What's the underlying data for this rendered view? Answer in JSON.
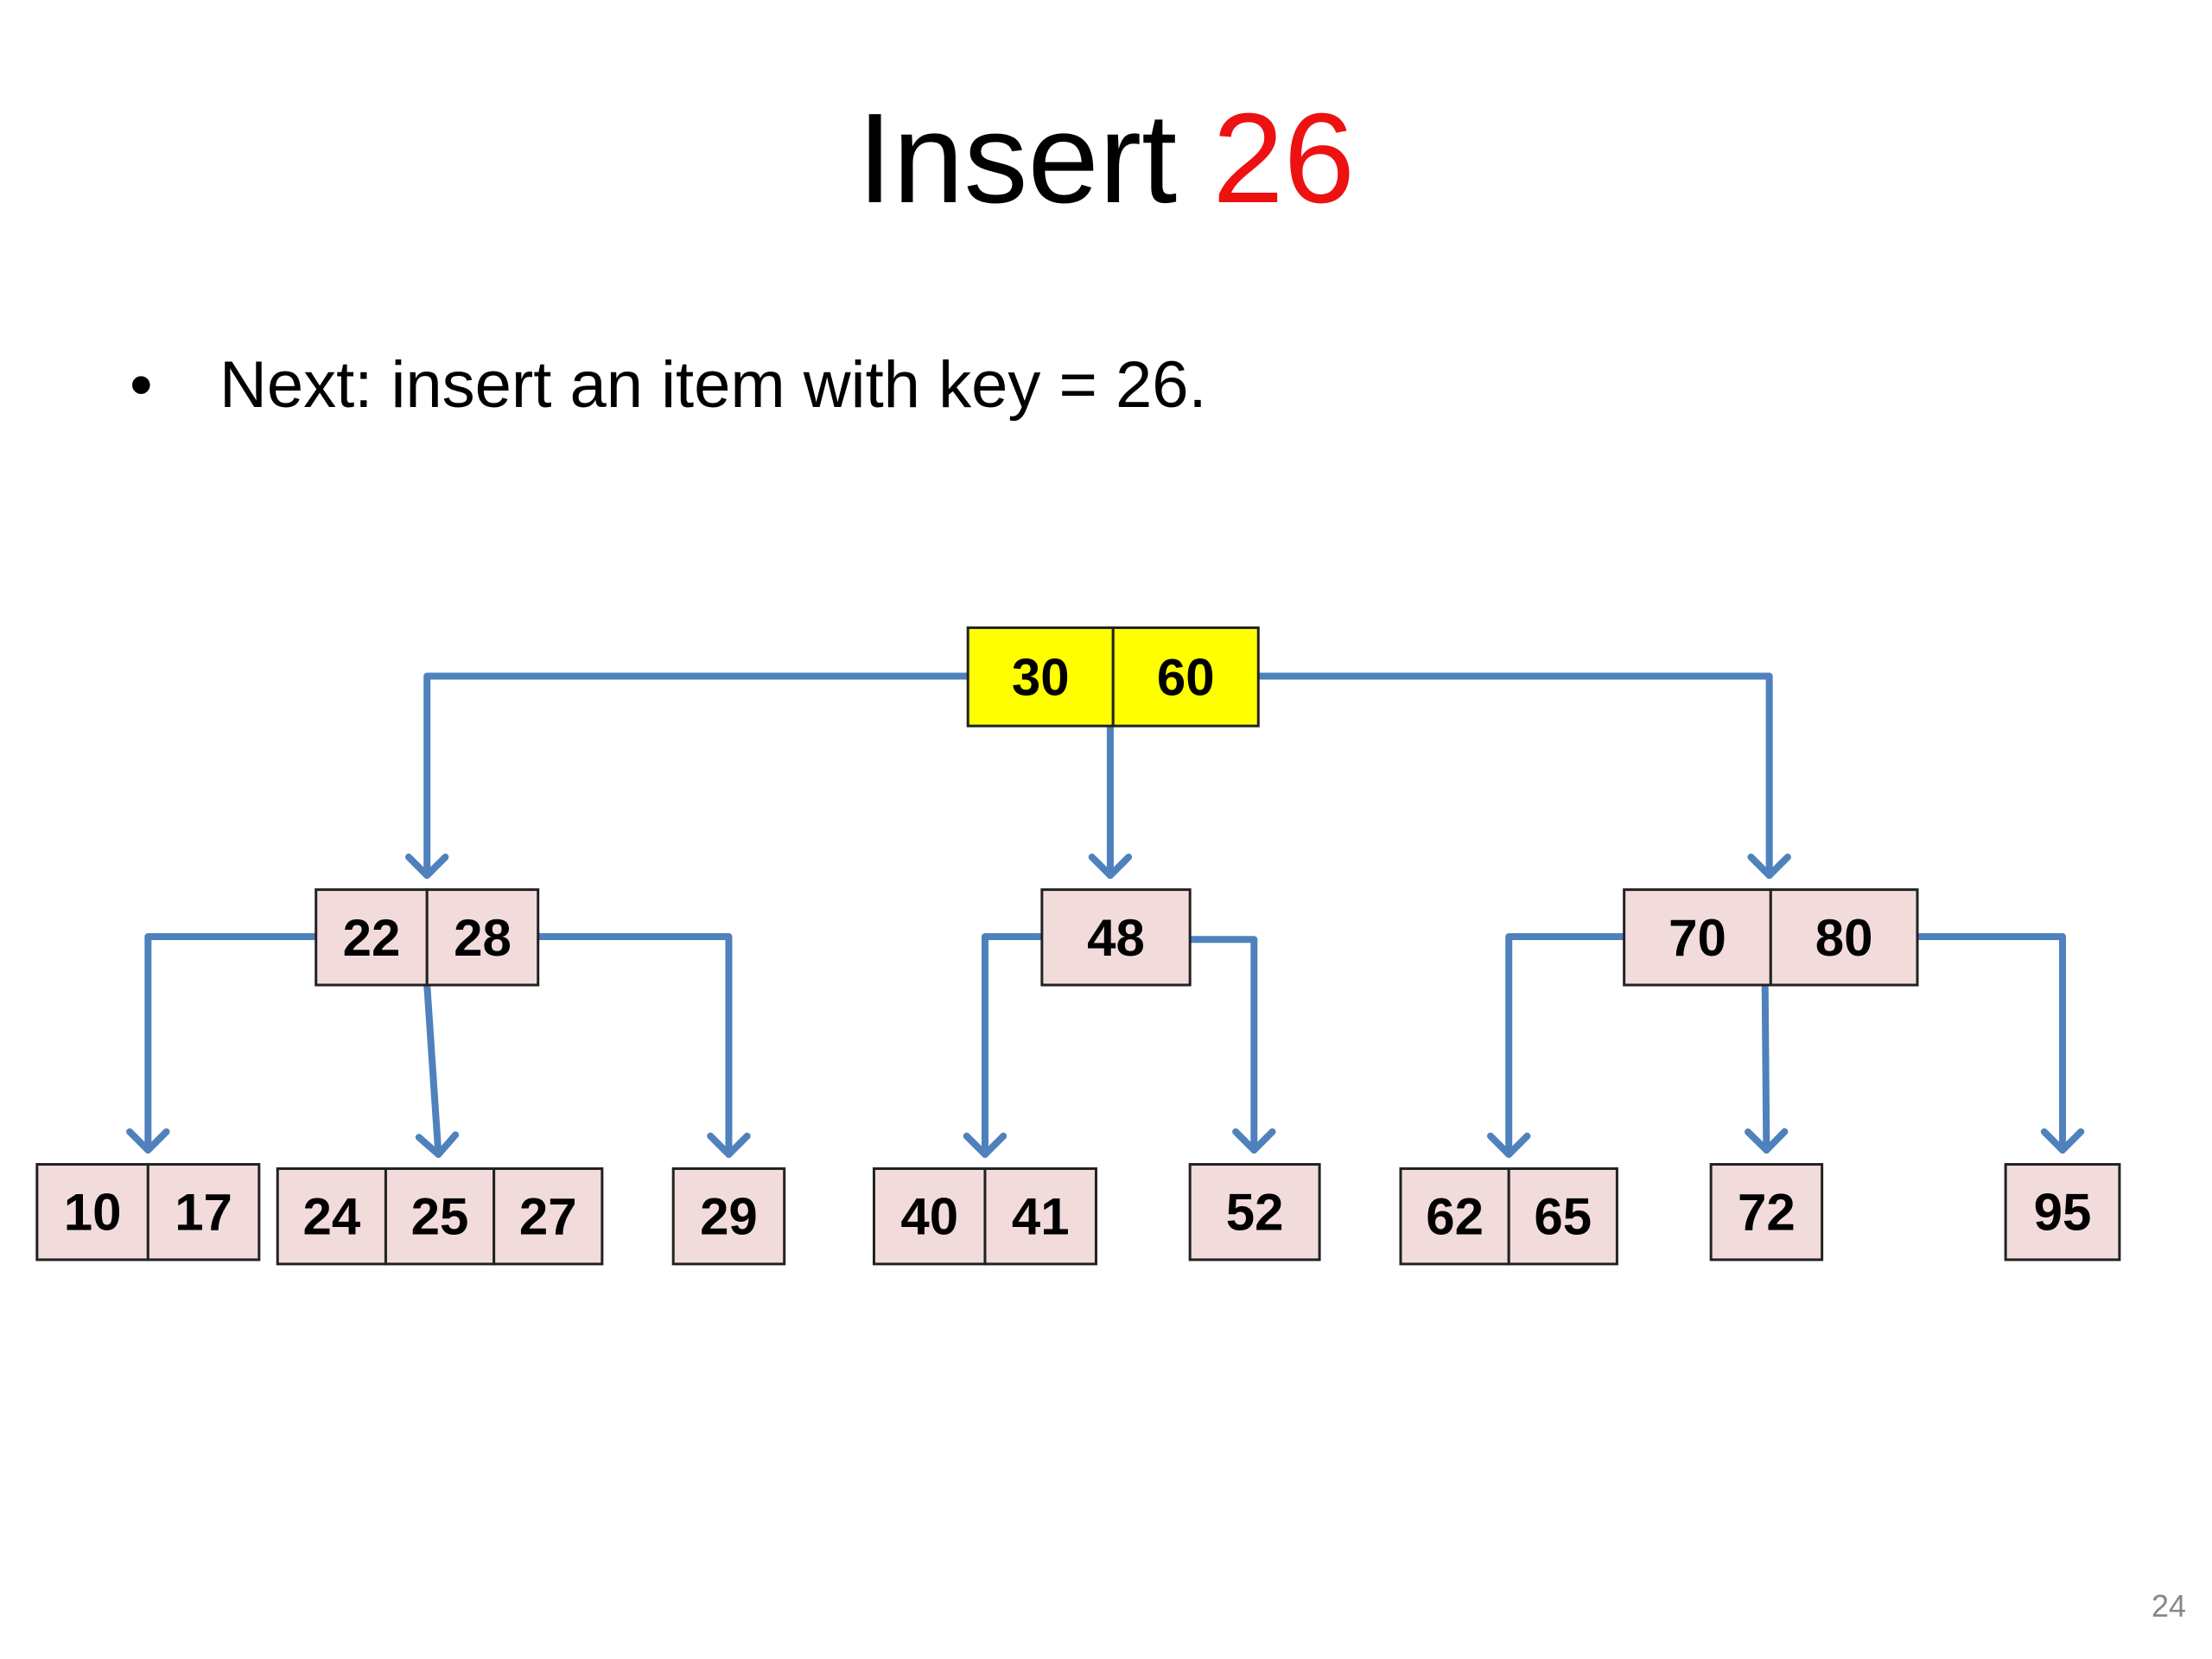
{
  "title": {
    "prefix": "Insert ",
    "highlight": "26"
  },
  "bullet": {
    "marker": "•",
    "text": "Next: insert an item with key = 26."
  },
  "page_number": "24",
  "colors": {
    "root_fill": "#ffff00",
    "node_fill": "#f2dcdb",
    "edge": "#4f81bd",
    "highlight": "#ee1111"
  },
  "tree": {
    "root": {
      "keys": [
        "30",
        "60"
      ]
    },
    "internal": [
      {
        "keys": [
          "22",
          "28"
        ]
      },
      {
        "keys": [
          "48"
        ]
      },
      {
        "keys": [
          "70",
          "80"
        ]
      }
    ],
    "leaves": [
      {
        "keys": [
          "10",
          "17"
        ]
      },
      {
        "keys": [
          "24",
          "25",
          "27"
        ]
      },
      {
        "keys": [
          "29"
        ]
      },
      {
        "keys": [
          "40",
          "41"
        ]
      },
      {
        "keys": [
          "52"
        ]
      },
      {
        "keys": [
          "62",
          "65"
        ]
      },
      {
        "keys": [
          "72"
        ]
      },
      {
        "keys": [
          "95"
        ]
      }
    ]
  }
}
